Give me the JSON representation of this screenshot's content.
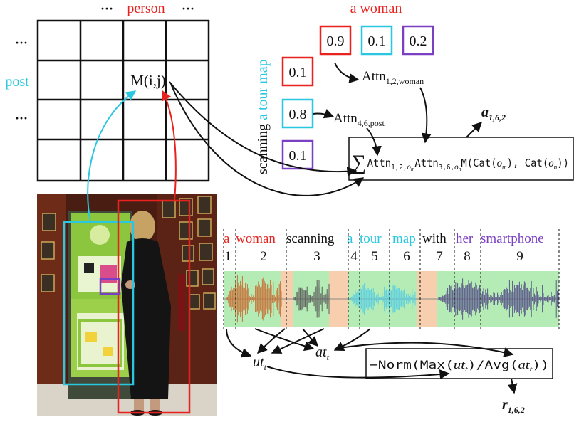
{
  "grid": {
    "top_dots_left": "···",
    "top_label": "person",
    "top_dots_right": "···",
    "row_dots_top": "···",
    "row_label": "post",
    "row_dots_bottom": "···",
    "cell_label": "M(i,j)"
  },
  "vertical_caption": {
    "word1": "scanning",
    "word2": "a tour map"
  },
  "attention": {
    "phrase": "a woman",
    "woman_scores": [
      "0.9",
      "0.1",
      "0.2"
    ],
    "post_scores": [
      "0.1",
      "0.8",
      "0.1"
    ],
    "attn_woman_base": "Attn",
    "attn_woman_sub": "1,2,woman",
    "attn_post_base": "Attn",
    "attn_post_sub": "4,6,post",
    "output_base": "a",
    "output_sub": "1,6,2"
  },
  "formula_top": {
    "sigma": "∑",
    "attn1_base": "Attn",
    "attn1_sub": "1,2,",
    "attn1_o": "o",
    "attn1_m": "m",
    "attn2_base": "Attn",
    "attn2_sub": "3,6,",
    "attn2_o": "o",
    "attn2_n": "n",
    "m_part": "M(Cat(",
    "o_m_o": "o",
    "o_m_sub": "m",
    "middle": "), Cat(",
    "o_n_o": "o",
    "o_n_sub": "n",
    "close": "))"
  },
  "sentence": {
    "words": [
      {
        "text": "a",
        "color": "#e8231f"
      },
      {
        "text": "woman",
        "color": "#e8231f"
      },
      {
        "text": "scanning",
        "color": "#111111"
      },
      {
        "text": "a",
        "color": "#29c7e0"
      },
      {
        "text": "tour",
        "color": "#29c7e0"
      },
      {
        "text": "map",
        "color": "#29c7e0"
      },
      {
        "text": "with",
        "color": "#111111"
      },
      {
        "text": "her",
        "color": "#7b3fc4"
      },
      {
        "text": "smartphone",
        "color": "#7b3fc4"
      }
    ],
    "indices": [
      "1",
      "2",
      "3",
      "4",
      "5",
      "6",
      "7",
      "8",
      "9"
    ]
  },
  "bottom": {
    "ut_base": "ut",
    "ut_sub": "t",
    "at_base": "at",
    "at_sub": "t",
    "formula_prefix": "−Norm(Max(",
    "formula_ut": "ut",
    "formula_ut_sub": "t",
    "formula_mid": ")/Avg(",
    "formula_at": "at",
    "formula_at_sub": "t",
    "formula_suffix": "))",
    "r_base": "r",
    "r_sub": "1,6,2"
  },
  "colors": {
    "person": "#e8231f",
    "post": "#29c7e0",
    "purple": "#7b3fc4",
    "waveform_orange": "#c8733a",
    "waveform_gray": "#5a5a5a",
    "waveform_cyan": "#5fd0df",
    "waveform_purple": "#5c5a8a",
    "segment_green": "#b5ecb5",
    "segment_peach": "#f8cfae"
  }
}
